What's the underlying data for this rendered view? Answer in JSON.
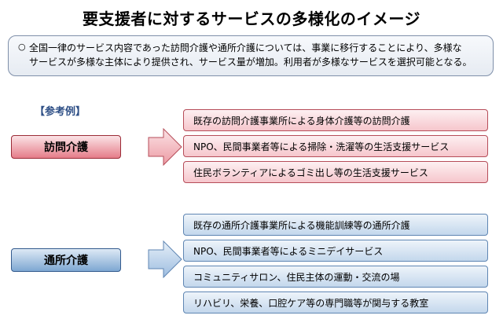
{
  "title": "要支援者に対するサービスの多様化のイメージ",
  "summary": {
    "marker": "○",
    "line1": "全国一律のサービス内容であった訪問介護や通所介護については、事業に移行することにより、多様な",
    "line2": "サービスが多様な主体により提供され、サービス量が増加。利用者が多様なサービスを選択可能となる。"
  },
  "section_label": "【参考例】",
  "groups": [
    {
      "category": "訪問介護",
      "items": [
        "既存の訪問介護事業所による身体介護等の訪問介護",
        "NPO、民間事業者等による掃除・洗濯等の生活支援サービス",
        "住民ボランティアによるゴミ出し等の生活支援サービス"
      ]
    },
    {
      "category": "通所介護",
      "items": [
        "既存の通所介護事業所による機能訓練等の通所介護",
        "NPO、民間事業者等によるミニデイサービス",
        "コミュニティサロン、住民主体の運動・交流の場",
        "リハビリ、栄養、口腔ケア等の専門職等が関与する教室"
      ]
    }
  ],
  "colors": {
    "visit_fill": "#f6c6cc",
    "visit_border": "#b64d59",
    "day_fill": "#c3d7ec",
    "day_border": "#5f86b3",
    "section_label": "#2e4f86"
  }
}
